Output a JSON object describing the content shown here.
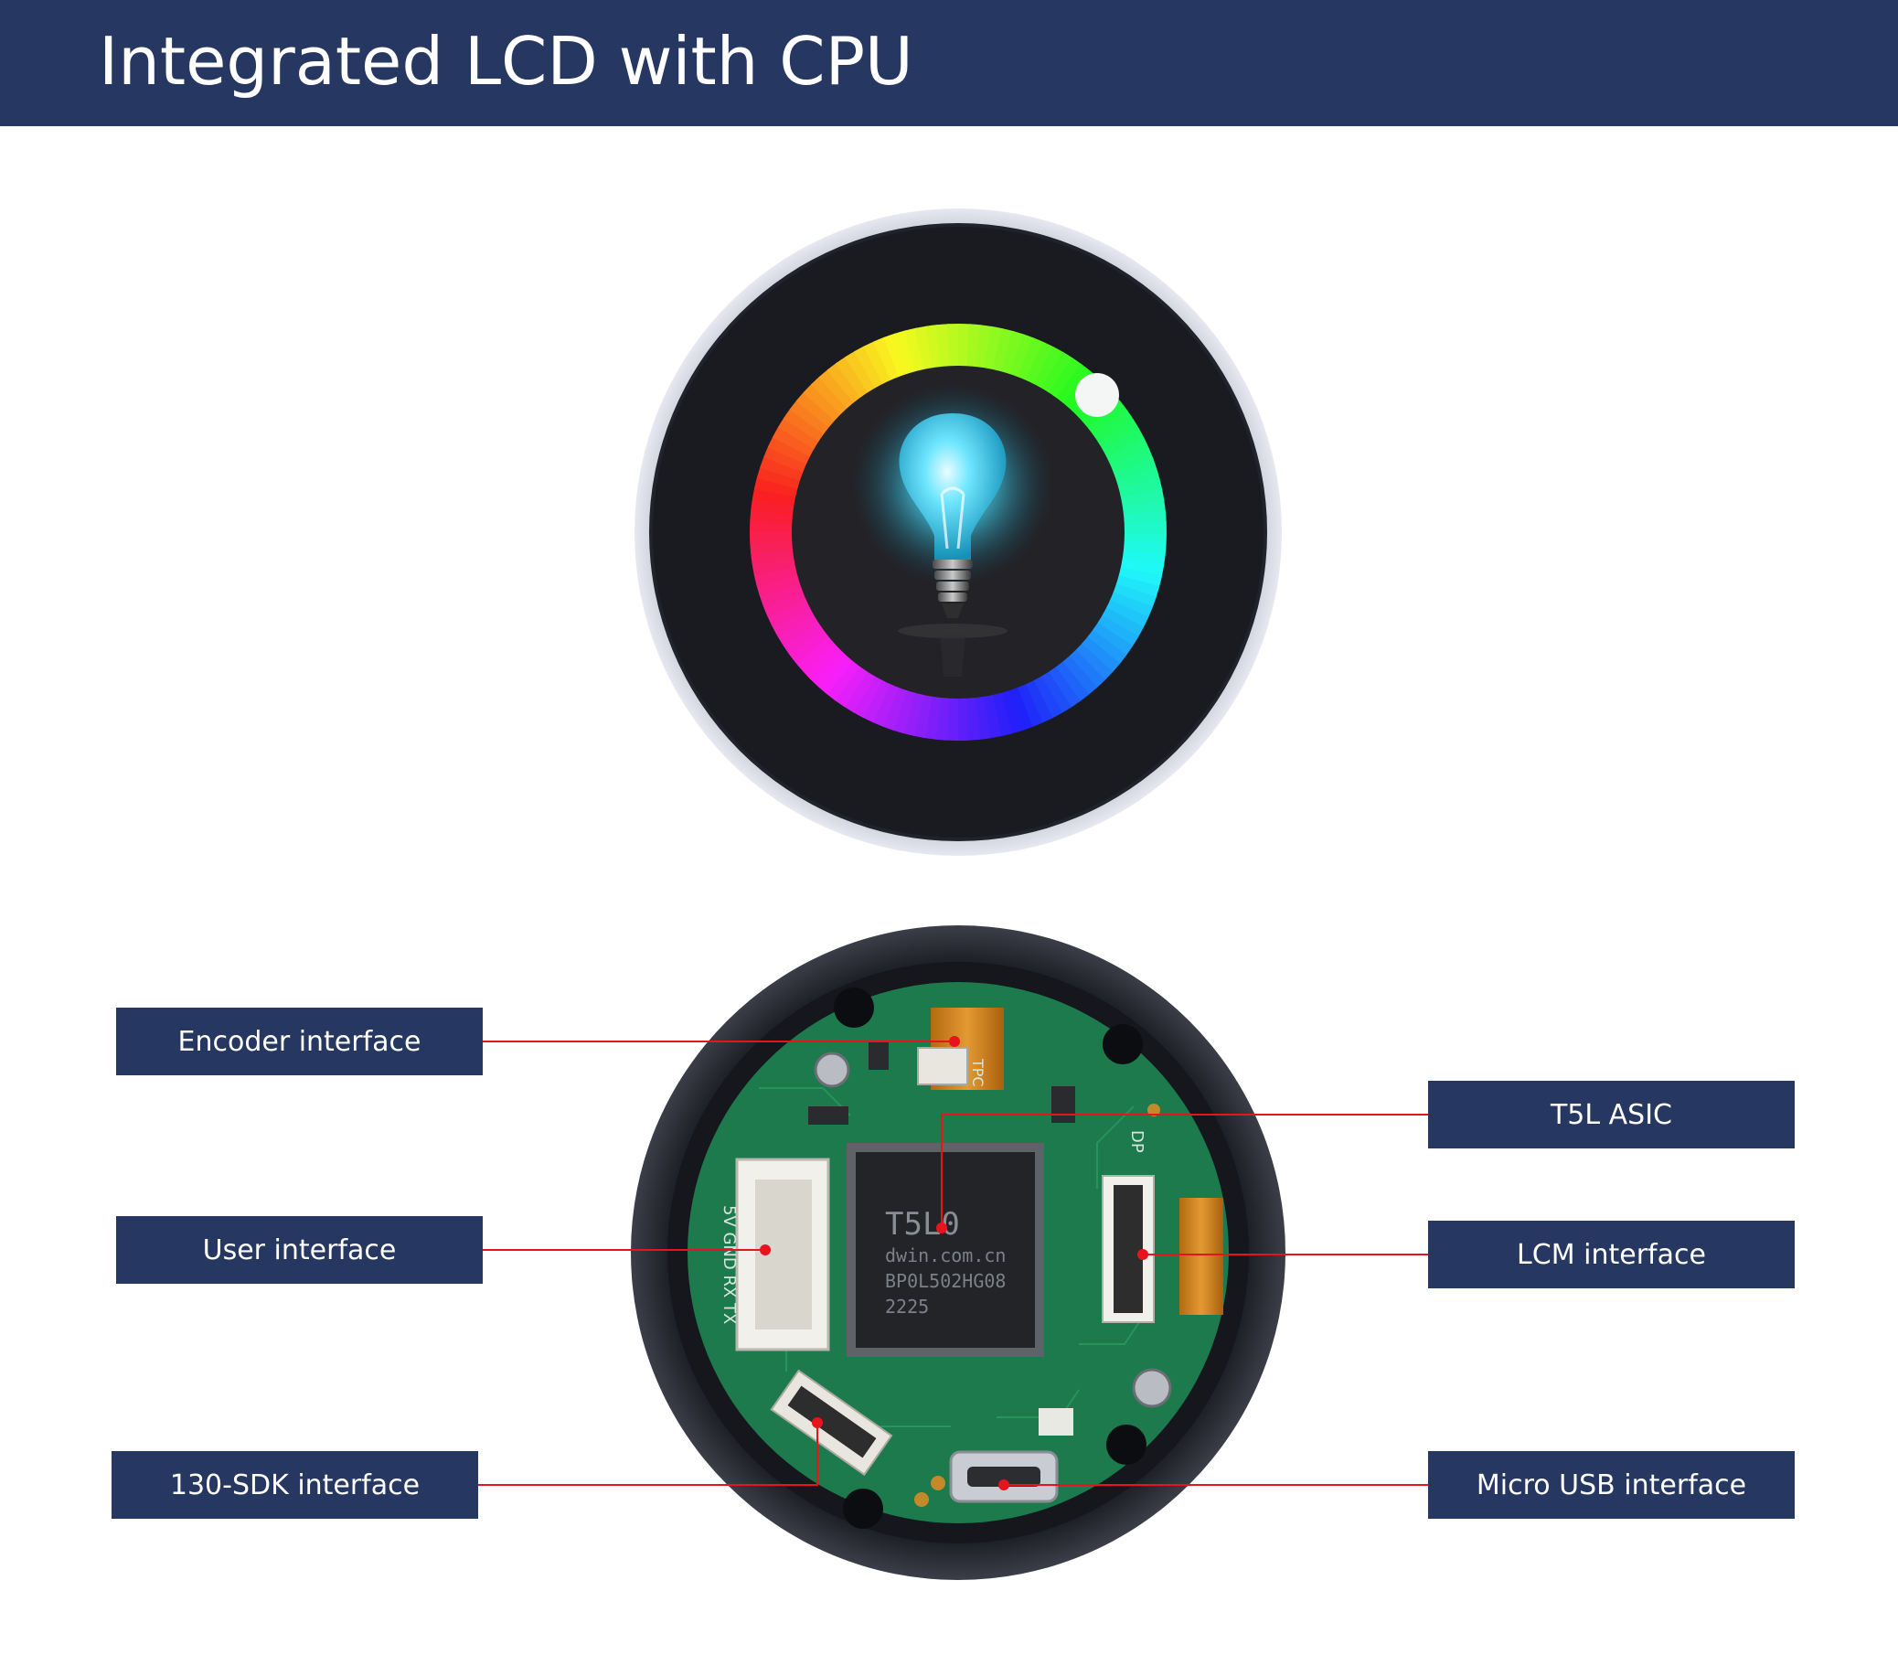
{
  "header": {
    "title": "Integrated LCD with CPU"
  },
  "colors": {
    "header_bg": "#263762",
    "callout_line": "#e8141d",
    "pcb_green": "#1c7a4c"
  },
  "product_views": {
    "front": {
      "icon": "light-bulb-icon",
      "ring": "rainbow-color-ring"
    },
    "back": {
      "chip_marking": [
        "T5L0",
        "dwin.com.cn",
        "BP0L502HG08",
        "2225"
      ],
      "silkscreen": {
        "pins": "5V GND RX TX",
        "tpc": "TPC",
        "dp": "DP"
      }
    }
  },
  "callouts": {
    "encoder": "Encoder interface",
    "user": "User interface",
    "sdk": "130-SDK interface",
    "t5l": "T5L ASIC",
    "lcm": "LCM interface",
    "usb": "Micro USB interface"
  }
}
